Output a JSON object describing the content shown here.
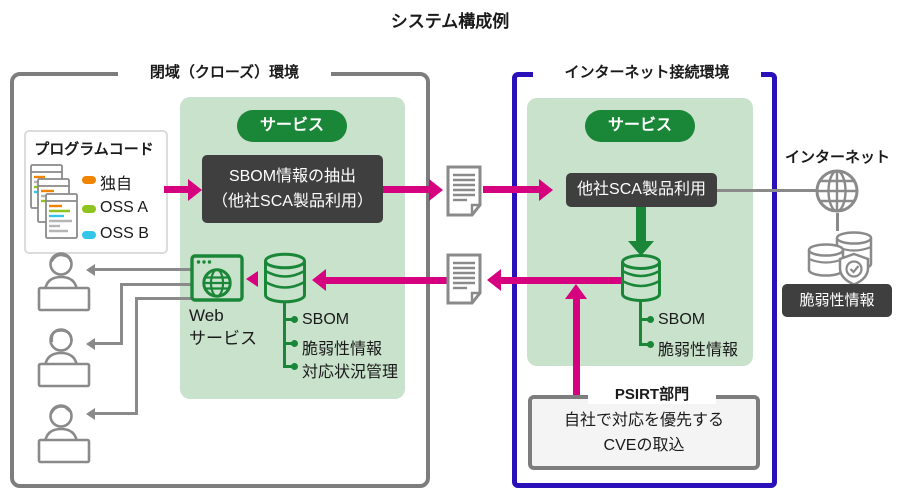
{
  "title": "システム構成例",
  "closed_env": {
    "label": "閉域（クローズ）環境",
    "program_code": {
      "title": "プログラムコード",
      "items": [
        {
          "label": "独自",
          "color": "#f08300"
        },
        {
          "label": "OSS A",
          "color": "#8fc31f"
        },
        {
          "label": "OSS B",
          "color": "#33c6e8"
        }
      ]
    },
    "service_badge": "サービス",
    "process_line1": "SBOM情報の抽出",
    "process_line2": "（他社SCA製品利用）",
    "web_line1": "Web",
    "web_line2": "サービス",
    "db_items": [
      "SBOM",
      "脆弱性情報",
      "対応状況管理"
    ]
  },
  "internet_env": {
    "label": "インターネット接続環境",
    "service_badge": "サービス",
    "process": "他社SCA製品利用",
    "db_items": [
      "SBOM",
      "脆弱性情報"
    ],
    "psirt": {
      "label": "PSIRT部門",
      "line1": "自社で対応を優先する",
      "line2": "CVEの取込"
    }
  },
  "internet": {
    "label": "インターネット",
    "vuln_box_label": "脆弱性情報"
  },
  "colors": {
    "accent_magenta": "#d6017f",
    "accent_green": "#1a8638",
    "panel_green": "#c9e2cc",
    "env_blue": "#2a10b8",
    "env_gray": "#7d7d7d",
    "dark_box": "#3f3f3f"
  }
}
